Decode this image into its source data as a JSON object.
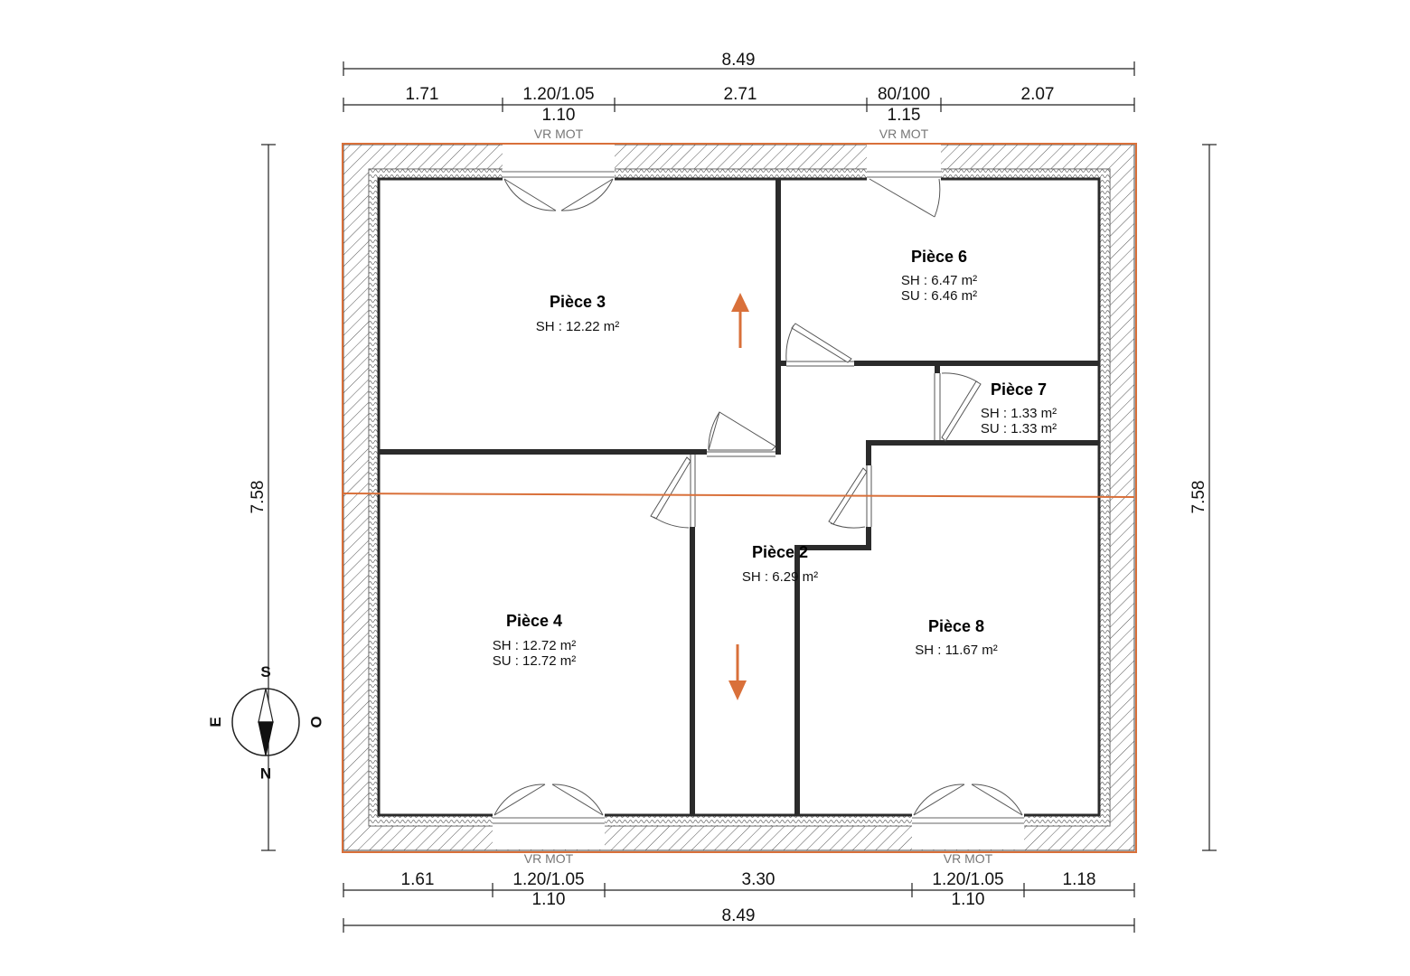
{
  "dimensions": {
    "top_total": "8.49",
    "top_segments": [
      "1.71",
      "1.20/1.05",
      "2.71",
      "80/100",
      "2.07"
    ],
    "top_sub": [
      "1.10",
      "1.15"
    ],
    "bottom_segments": [
      "1.61",
      "1.20/1.05",
      "3.30",
      "1.20/1.05",
      "1.18"
    ],
    "bottom_sub": [
      "1.10",
      "1.10"
    ],
    "bottom_total": "8.49",
    "left_height": "7.58",
    "right_height": "7.58"
  },
  "shutter_labels": [
    "VR MOT",
    "VR MOT",
    "VR MOT",
    "VR MOT"
  ],
  "rooms": [
    {
      "name": "Pièce 3",
      "lines": [
        "SH : 12.22 m²"
      ]
    },
    {
      "name": "Pièce 6",
      "lines": [
        "SH : 6.47 m²",
        "SU : 6.46 m²"
      ]
    },
    {
      "name": "Pièce 7",
      "lines": [
        "SH : 1.33 m²",
        "SU : 1.33 m²"
      ]
    },
    {
      "name": "Pièce 2",
      "lines": [
        "SH : 6.29 m²"
      ]
    },
    {
      "name": "Pièce 4",
      "lines": [
        "SH : 12.72 m²",
        "SU : 12.72 m²"
      ]
    },
    {
      "name": "Pièce 8",
      "lines": [
        "SH : 11.67 m²"
      ]
    }
  ],
  "compass": {
    "top": "S",
    "bottom": "N",
    "left": "E",
    "right": "O"
  },
  "colors": {
    "accent": "#d9703a",
    "wall": "#2b2b2b"
  },
  "icons": [
    "stair-up-arrow-icon",
    "stair-down-arrow-icon",
    "compass-needle-icon"
  ]
}
